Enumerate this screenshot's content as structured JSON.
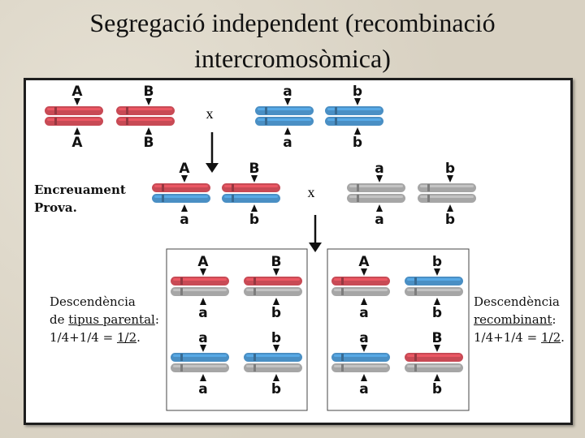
{
  "title": {
    "line1": "Segregació independent (recombinació",
    "line2": "intercromosòmica)"
  },
  "cross_symbol": "x",
  "labels": {
    "test_cross_line1": "Encreuament",
    "test_cross_line2": "Prova.",
    "parental_line1": "Descendència",
    "parental_line2_prefix": "de ",
    "parental_line2_underlined": "tipus parental",
    "parental_line2_suffix": ":",
    "parental_ratio_prefix": "1/4+1/4 = ",
    "parental_ratio_value": "1/2",
    "parental_ratio_suffix": ".",
    "recombinant_line1": "Descendència",
    "recombinant_line2_underlined": "recombinant",
    "recombinant_line2_suffix": ":",
    "recombinant_ratio_prefix": "1/4+1/4 = ",
    "recombinant_ratio_value": "1/2",
    "recombinant_ratio_suffix": "."
  },
  "colors": {
    "red": "#c84a55",
    "blue": "#4a8fc4",
    "gray": "#a6a6a6",
    "frame": "#1e1e1e"
  },
  "parent_left": [
    {
      "top_allele": "A",
      "bottom_allele": "A",
      "top_color": "red",
      "bottom_color": "red"
    },
    {
      "top_allele": "B",
      "bottom_allele": "B",
      "top_color": "red",
      "bottom_color": "red"
    }
  ],
  "parent_right": [
    {
      "top_allele": "a",
      "bottom_allele": "a",
      "top_color": "blue",
      "bottom_color": "blue"
    },
    {
      "top_allele": "b",
      "bottom_allele": "b",
      "top_color": "blue",
      "bottom_color": "blue"
    }
  ],
  "f1": [
    {
      "top_allele": "A",
      "bottom_allele": "a",
      "top_color": "red",
      "bottom_color": "blue"
    },
    {
      "top_allele": "B",
      "bottom_allele": "b",
      "top_color": "red",
      "bottom_color": "blue"
    }
  ],
  "tester": [
    {
      "top_allele": "a",
      "bottom_allele": "a",
      "top_color": "gray",
      "bottom_color": "gray"
    },
    {
      "top_allele": "b",
      "bottom_allele": "b",
      "top_color": "gray",
      "bottom_color": "gray"
    }
  ],
  "offspring_parental": [
    {
      "top_allele": "A",
      "bottom_allele": "a",
      "top_color": "red",
      "bottom_color": "gray"
    },
    {
      "top_allele": "B",
      "bottom_allele": "b",
      "top_color": "red",
      "bottom_color": "gray"
    },
    {
      "top_allele": "a",
      "bottom_allele": "a",
      "top_color": "blue",
      "bottom_color": "gray"
    },
    {
      "top_allele": "b",
      "bottom_allele": "b",
      "top_color": "blue",
      "bottom_color": "gray"
    }
  ],
  "offspring_recombinant": [
    {
      "top_allele": "A",
      "bottom_allele": "a",
      "top_color": "red",
      "bottom_color": "gray"
    },
    {
      "top_allele": "b",
      "bottom_allele": "b",
      "top_color": "blue",
      "bottom_color": "gray"
    },
    {
      "top_allele": "a",
      "bottom_allele": "a",
      "top_color": "blue",
      "bottom_color": "gray"
    },
    {
      "top_allele": "B",
      "bottom_allele": "b",
      "top_color": "red",
      "bottom_color": "gray"
    }
  ]
}
